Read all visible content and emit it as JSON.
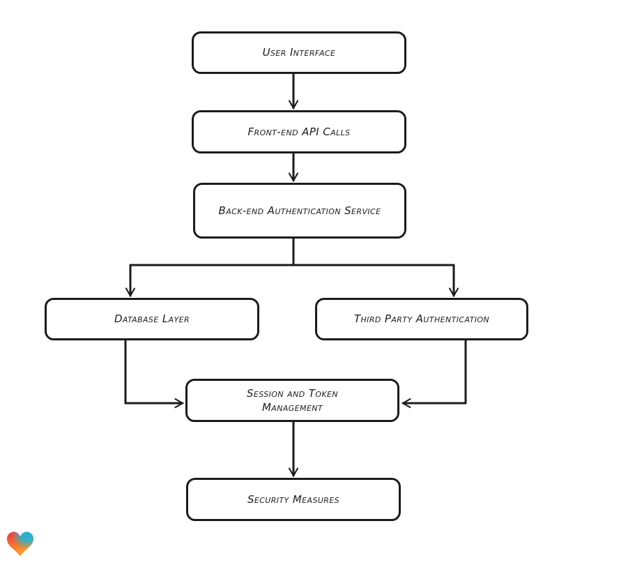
{
  "diagram": {
    "type": "flowchart",
    "style": {
      "background": "#ffffff",
      "node_fill": "#ffffff",
      "node_border_color": "#1b1b1b",
      "connector_color": "#1b1b1b",
      "text_color": "#1b1b1b"
    },
    "nodes": [
      {
        "id": "user-interface",
        "label": "User Interface"
      },
      {
        "id": "front-end-api-calls",
        "label": "Front-end API Calls"
      },
      {
        "id": "back-end-authentication-service",
        "label": "Back-end Authentication Service"
      },
      {
        "id": "database-layer",
        "label": "Database Layer"
      },
      {
        "id": "third-party-authentication",
        "label": "Third Party Authentication"
      },
      {
        "id": "session-and-token-management",
        "label": "Session and Token Management"
      },
      {
        "id": "security-measures",
        "label": "Security Measures"
      }
    ],
    "edges": [
      {
        "from": "user-interface",
        "to": "front-end-api-calls"
      },
      {
        "from": "front-end-api-calls",
        "to": "back-end-authentication-service"
      },
      {
        "from": "back-end-authentication-service",
        "to": "database-layer"
      },
      {
        "from": "back-end-authentication-service",
        "to": "third-party-authentication"
      },
      {
        "from": "database-layer",
        "to": "session-and-token-management"
      },
      {
        "from": "third-party-authentication",
        "to": "session-and-token-management"
      },
      {
        "from": "session-and-token-management",
        "to": "security-measures"
      }
    ]
  },
  "branding": {
    "logo": "heart-logo",
    "logo_colors": {
      "red": "#f5333f",
      "orange_mid": "#f7762d",
      "orange": "#fda929",
      "teal": "#19b6d8"
    }
  }
}
